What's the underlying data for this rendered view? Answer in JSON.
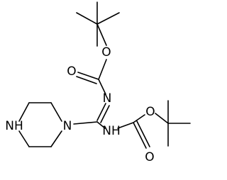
{
  "molecule": {
    "atoms": {
      "nh_ring": "NH",
      "n_ring": "N",
      "n_imine": "N",
      "nh_carbamate": "NH",
      "o_ester_top": "O",
      "o_carbonyl_top": "O",
      "o_ester_bottom": "O",
      "o_carbonyl_bottom": "O"
    }
  }
}
